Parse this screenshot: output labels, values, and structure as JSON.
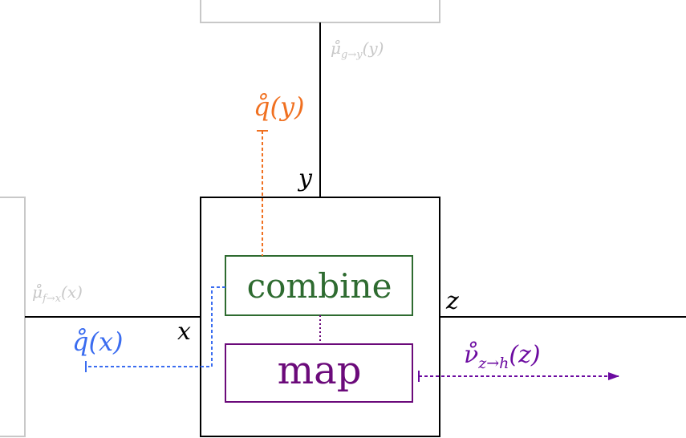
{
  "colors": {
    "edge": "#000000",
    "neighbor_factor": "#c8c8c8",
    "combine": "#2e6b30",
    "map": "#6b0a7a",
    "marginal_y": "#f07020",
    "marginal_x": "#3a6cf0",
    "outgoing": "#6b0aa0"
  },
  "nodes": {
    "combine_label": "combine",
    "map_label": "map"
  },
  "variables": {
    "x": "x",
    "y": "y",
    "z": "z"
  },
  "messages": {
    "mu_g_y": {
      "base": "μ̊",
      "sub": "g→y",
      "arg": "(y)"
    },
    "mu_f_x": {
      "base": "μ̊",
      "sub": "f→x",
      "arg": "(x)"
    },
    "q_y": {
      "base": "q̊",
      "arg": "(y)"
    },
    "q_x": {
      "base": "q̊",
      "arg": "(x)"
    },
    "nu_z_h": {
      "base": "ν̊",
      "sub": "z→h",
      "arg": "(z)"
    }
  }
}
